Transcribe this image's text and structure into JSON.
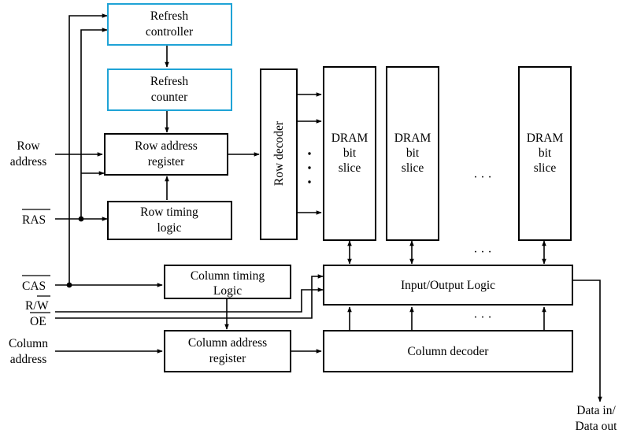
{
  "blocks": {
    "refresh_controller": [
      "Refresh",
      "controller"
    ],
    "refresh_counter": [
      "Refresh",
      "counter"
    ],
    "row_address_register": [
      "Row address",
      "register"
    ],
    "row_timing_logic": [
      "Row timing",
      "logic"
    ],
    "row_decoder": "Row decoder",
    "dram_bit_slice": [
      "DRAM",
      "bit",
      "slice"
    ],
    "column_timing_logic": [
      "Column timing",
      "Logic"
    ],
    "column_address_register": [
      "Column address",
      "register"
    ],
    "io_logic": "Input/Output Logic",
    "column_decoder": "Column decoder"
  },
  "signals": {
    "row_address": [
      "Row",
      "address"
    ],
    "ras": "RAS",
    "cas": "CAS",
    "rw_r": "R/",
    "rw_w": "W",
    "oe": "OE",
    "column_address": [
      "Column",
      "address"
    ],
    "data_io": [
      "Data in/",
      "Data out"
    ]
  },
  "ellipsis": "· · ·",
  "accent_color": "#1fa3d6"
}
